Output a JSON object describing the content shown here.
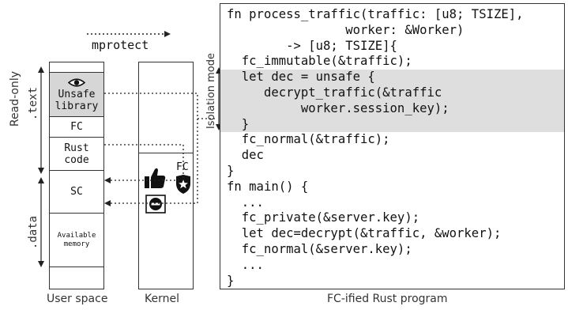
{
  "mprotect_label": "mprotect",
  "left_labels": {
    "read_only": "Read-only",
    "text_section": ".text",
    "data_section": ".data",
    "isolation_mode": "Isolation mode"
  },
  "user_space": {
    "cells": [
      {
        "label": "Unsafe library",
        "line1": "Unsafe",
        "line2": "library",
        "icon": "eye-icon",
        "fill": "#d6d6d6"
      },
      {
        "label": "FC"
      },
      {
        "label": "Rust code",
        "line1": "Rust",
        "line2": "code"
      },
      {
        "label": "SC"
      },
      {
        "label": "Available memory",
        "line1": "Available",
        "line2": "memory"
      }
    ]
  },
  "kernel": {
    "fc_label": "FC",
    "icons": [
      "thumbs-up-icon",
      "police-badge-icon",
      "no-entry-icon"
    ]
  },
  "captions": {
    "user_space": "User space",
    "kernel": "Kernel",
    "program": "FC-ified Rust program"
  },
  "code": {
    "highlight_color": "#dedede",
    "lines": [
      "fn process_traffic(traffic: [u8; TSIZE],",
      "                worker: &Worker)",
      "        -> [u8; TSIZE]{",
      "  fc_immutable(&traffic);",
      "  let dec = unsafe {",
      "     decrypt_traffic(&traffic",
      "          worker.session_key);",
      "  }",
      "  fc_normal(&traffic);",
      "  dec",
      "}",
      "fn main() {",
      "  ...",
      "  fc_private(&server.key);",
      "  let dec=decrypt(&traffic, &worker);",
      "  fc_normal(&server.key);",
      "  ...",
      "}"
    ]
  }
}
